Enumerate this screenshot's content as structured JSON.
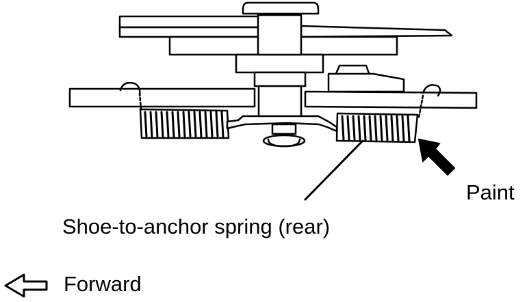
{
  "labels": {
    "paint": "Paint",
    "spring": "Shoe-to-anchor spring (rear)",
    "forward": "Forward"
  },
  "icons": {
    "forward_arrow": "hollow-left-arrow-icon",
    "paint_marker": "solid-pointer-arrow-icon"
  },
  "colors": {
    "ink": "#000000",
    "paper": "#ffffff"
  }
}
